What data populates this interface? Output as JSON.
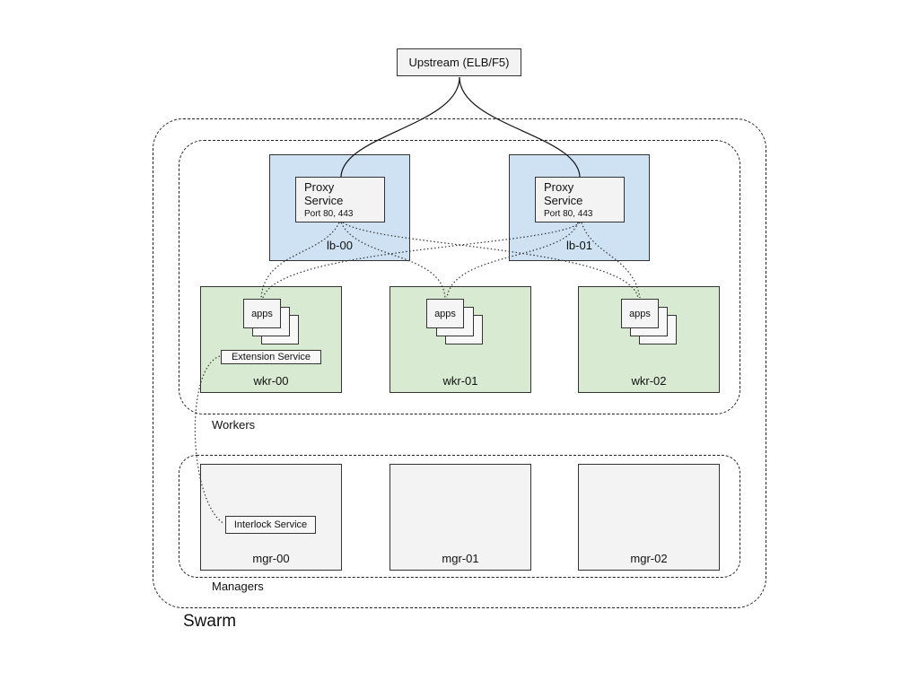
{
  "upstream": {
    "label": "Upstream (ELB/F5)"
  },
  "load_balancers": [
    {
      "name": "lb-00",
      "service_title": "Proxy Service",
      "service_line1": "Proxy",
      "service_line2": "Service",
      "ports": "Port 80, 443"
    },
    {
      "name": "lb-01",
      "service_title": "Proxy Service",
      "service_line1": "Proxy",
      "service_line2": "Service",
      "ports": "Port 80, 443"
    }
  ],
  "workers": [
    {
      "name": "wkr-00",
      "apps_label": "apps",
      "extension_service": "Extension Service"
    },
    {
      "name": "wkr-01",
      "apps_label": "apps"
    },
    {
      "name": "wkr-02",
      "apps_label": "apps"
    }
  ],
  "managers": [
    {
      "name": "mgr-00",
      "interlock_service": "Interlock Service"
    },
    {
      "name": "mgr-01"
    },
    {
      "name": "mgr-02"
    }
  ],
  "groups": {
    "workers_label": "Workers",
    "managers_label": "Managers",
    "swarm_label": "Swarm"
  }
}
